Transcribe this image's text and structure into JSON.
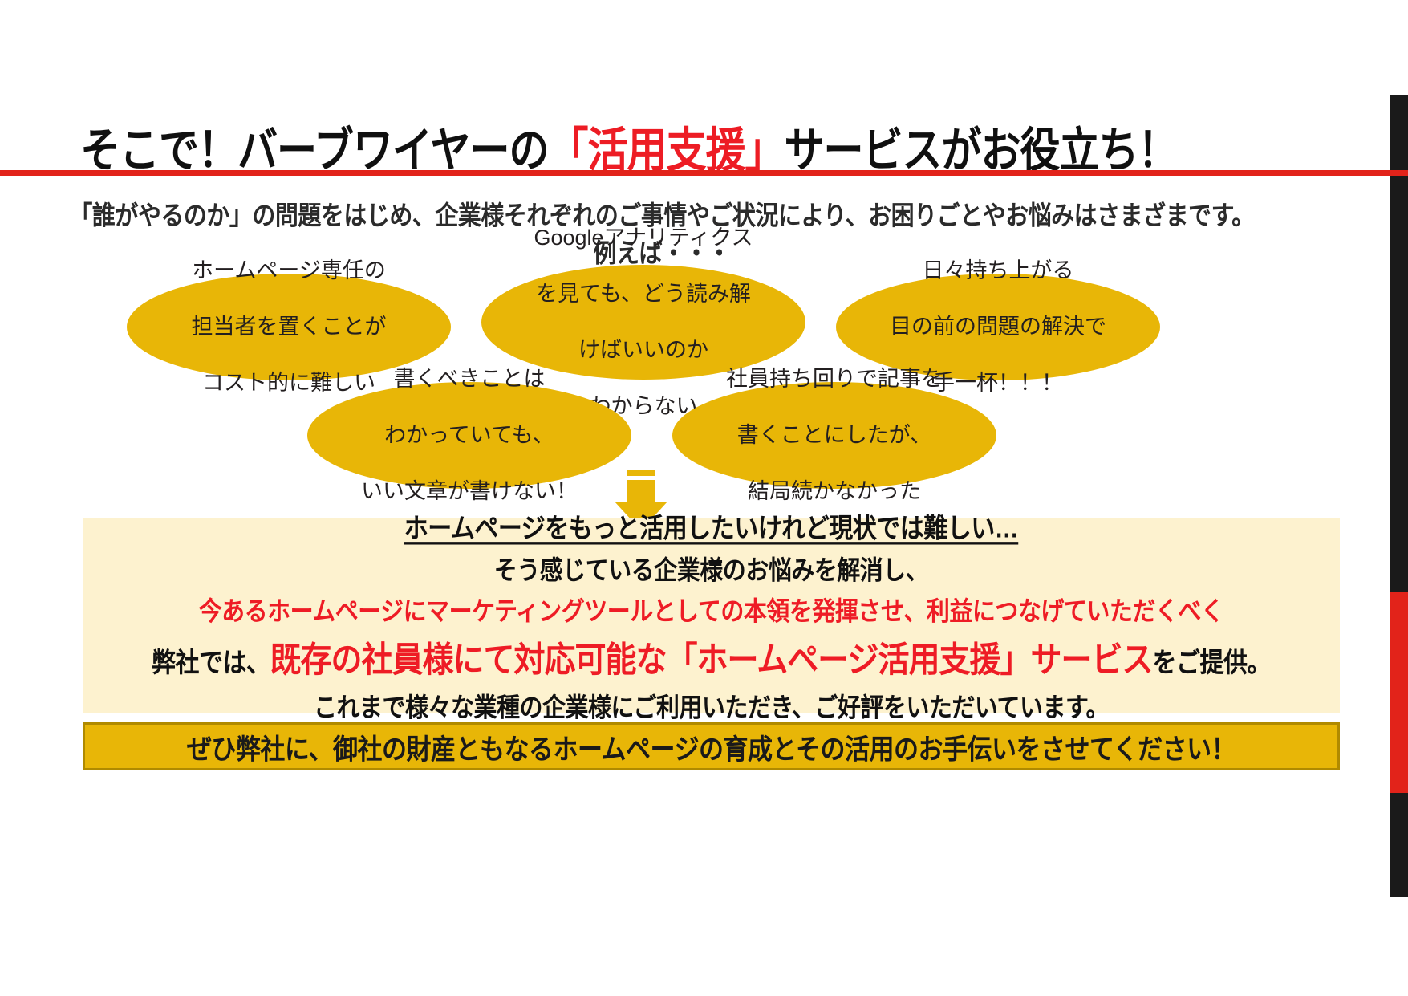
{
  "slide": {
    "title": {
      "before": "そこで！バーブワイヤーの",
      "accent": "「活用支援」",
      "after": "サービスがお役立ち！"
    },
    "lead": {
      "line1": "「誰がやるのか」の問題をはじめ、企業様それぞれのご事情やご状況により、お困りごとやお悩みはさまざまです。",
      "line2": "例えば・・・"
    },
    "bubbles": [
      {
        "id": "bubble-staffing-cost",
        "lines": [
          "ホームページ専任の",
          "担当者を置くことが",
          "コスト的に難しい"
        ]
      },
      {
        "id": "bubble-analytics",
        "lines": [
          "Googleアナリティクス",
          "を見ても、どう読み解",
          "けばいいのか",
          "わからない"
        ]
      },
      {
        "id": "bubble-daily-firefighting",
        "lines": [
          "日々持ち上がる",
          "目の前の問題の解決で",
          "手一杯！！！"
        ]
      },
      {
        "id": "bubble-writing",
        "lines": [
          "書くべきことは",
          "わかっていても、",
          "いい文章が書けない！"
        ]
      },
      {
        "id": "bubble-rotation",
        "lines": [
          "社員持ち回りで記事を",
          "書くことにしたが、",
          "結局続かなかった"
        ]
      }
    ],
    "panel": {
      "line1": "ホームページをもっと活用したいけれど現状では難しい…",
      "line2": "そう感じている企業様のお悩みを解消し、",
      "line3": "今あるホームページにマーケティングツールとしての本領を発揮させ、利益につなげていただくべく",
      "line4_before": "弊社では、",
      "line4_highlight": "既存の社員様にて対応可能な「ホームページ活用支援」サービス",
      "line4_after": "をご提供。",
      "line5": "これまで様々な業種の企業様にご利用いただき、ご好評をいただいています。"
    },
    "cta": {
      "text": "ぜひ弊社に、御社の財産ともなるホームページの育成とその活用のお手伝いをさせてください！"
    },
    "colors": {
      "accent_red": "#ed1c24",
      "bubble_yellow": "#e8b607",
      "panel_cream": "#fdf2cf",
      "cta_border": "#b08a00",
      "edge_black": "#1a1a1a"
    }
  }
}
